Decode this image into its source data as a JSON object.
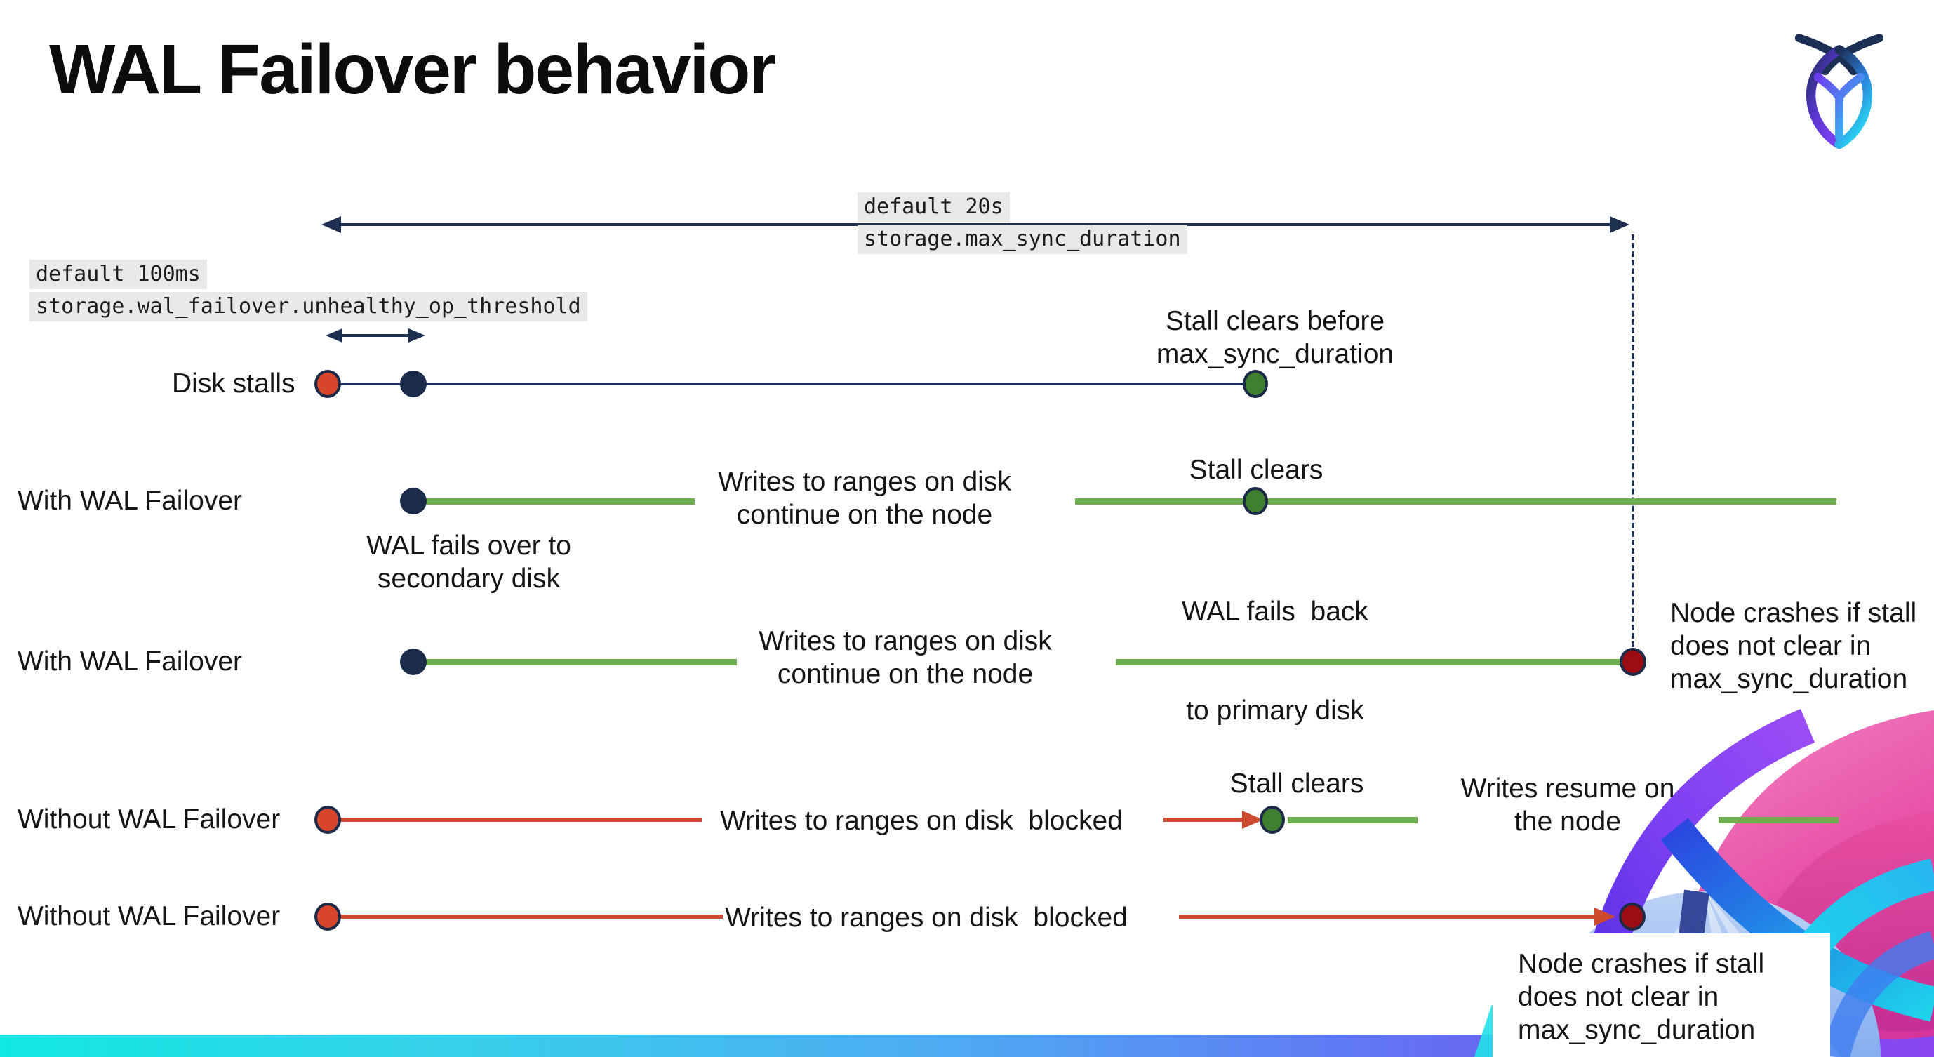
{
  "slide": {
    "title": "WAL Failover behavior",
    "logo": "cockroachdb-logo"
  },
  "settings": {
    "max_sync_duration": {
      "default_label": "default 20s",
      "setting_name": "storage.max_sync_duration"
    },
    "unhealthy_op_threshold": {
      "default_label": "default 100ms",
      "setting_name": "storage.wal_failover.unhealthy_op_threshold"
    }
  },
  "rows": {
    "disk_stalls": {
      "label": "Disk stalls",
      "stall_clears_note": [
        "Stall clears before",
        "max_sync_duration"
      ]
    },
    "with_failover_clears": {
      "label": "With WAL Failover",
      "failover_note": [
        "WAL fails over to",
        "secondary disk"
      ],
      "writes_note": [
        "Writes to ranges on disk",
        "continue on the node"
      ],
      "stall_clears": "Stall clears",
      "failback_note": [
        "WAL fails  back",
        "to primary disk"
      ]
    },
    "with_failover_crash": {
      "label": "With WAL Failover",
      "writes_note": [
        "Writes to ranges on disk",
        "continue on the node"
      ],
      "crash_note": [
        "Node crashes if stall",
        "does not clear in",
        "max_sync_duration"
      ]
    },
    "without_failover_clears": {
      "label": "Without WAL Failover",
      "blocked_note": "Writes to ranges on disk  blocked",
      "stall_clears": "Stall clears",
      "resume_note": [
        "Writes resume on",
        "the node"
      ]
    },
    "without_failover_crash": {
      "label": "Without WAL Failover",
      "blocked_note": "Writes to ranges on disk  blocked",
      "crash_note": [
        "Node crashes if stall",
        "does not clear in",
        "max_sync_duration"
      ]
    }
  },
  "colors": {
    "navy": "#1e3050",
    "dot_navy": "#1b2b4a",
    "stall_red": "#d7452b",
    "blocked_red_line": "#cc4b2e",
    "healthy_green_line": "#6fae4e",
    "clear_green_dot": "#3e8030",
    "crash_crimson": "#9b0d12",
    "setting_label_bg": "#e9e9e9",
    "bottom_bar_gradient": [
      "#12e9e3",
      "#4fa9f3",
      "#6d55f1",
      "#8b46f0"
    ]
  }
}
